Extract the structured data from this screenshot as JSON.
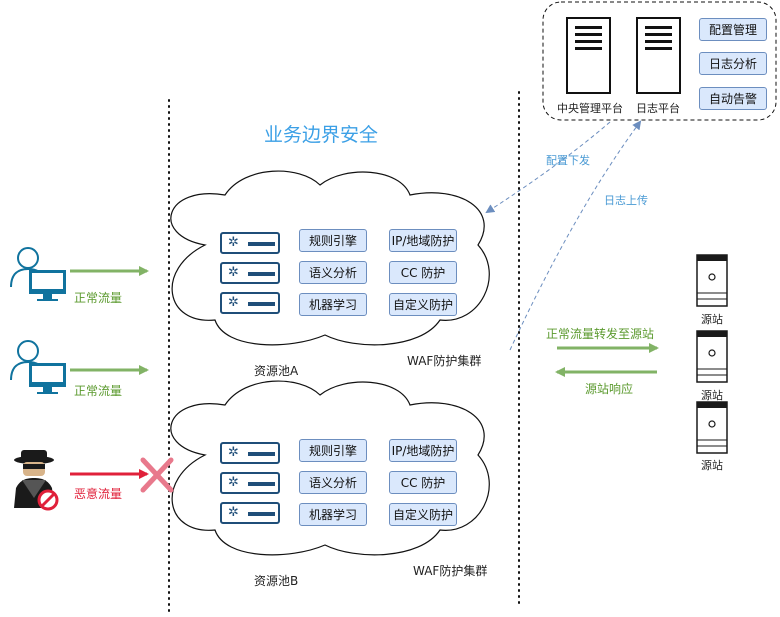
{
  "title": "业务边界安全",
  "platform": {
    "servers": [
      "中央管理平台",
      "日志平台"
    ],
    "functions": [
      "配置管理",
      "日志分析",
      "自动告警"
    ]
  },
  "links": {
    "config_down": "配置下发",
    "log_up": "日志上传",
    "forward": "正常流量转发至源站",
    "response": "源站响应"
  },
  "users": [
    {
      "label": "正常流量",
      "type": "normal"
    },
    {
      "label": "正常流量",
      "type": "normal"
    },
    {
      "label": "恶意流量",
      "type": "malicious"
    }
  ],
  "pools": [
    {
      "name": "资源池A",
      "cluster": "WAF防护集群",
      "modules": [
        "规则引擎",
        "IP/地域防护",
        "语义分析",
        "CC 防护",
        "机器学习",
        "自定义防护"
      ]
    },
    {
      "name": "资源池B",
      "cluster": "WAF防护集群",
      "modules": [
        "规则引擎",
        "IP/地域防护",
        "语义分析",
        "CC 防护",
        "机器学习",
        "自定义防护"
      ]
    }
  ],
  "origins": [
    "源站",
    "源站",
    "源站"
  ],
  "colors": {
    "normal": "#82b366",
    "malicious": "#e0203a",
    "accent": "#3ca0e6",
    "chip_fill": "#dae8fc",
    "chip_border": "#6c8ebf",
    "server": "#1f4e79"
  }
}
